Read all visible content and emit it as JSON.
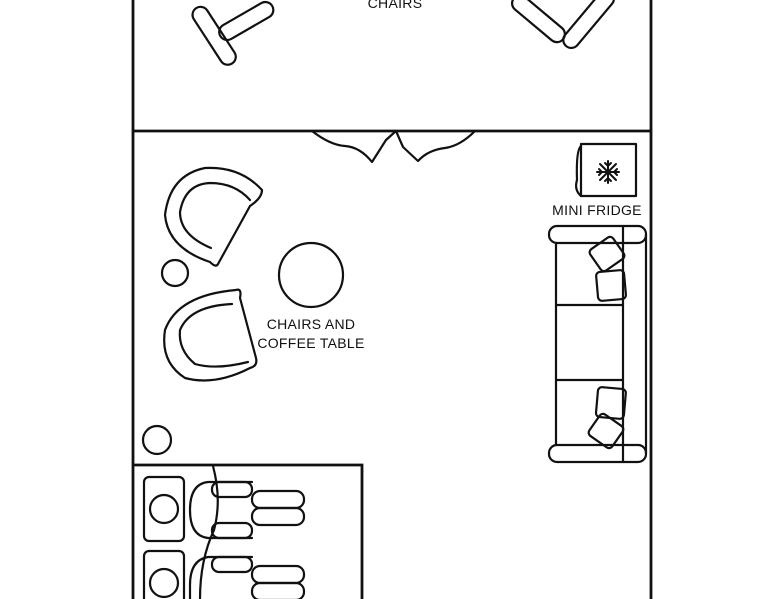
{
  "labels": {
    "top_chairs": "CHAIRS",
    "chairs_coffee_line1": "CHAIRS AND",
    "chairs_coffee_line2": "COFFEE TABLE",
    "mini_fridge": "MINI FRIDGE"
  },
  "icons": {
    "fridge": "snowflake-icon"
  }
}
